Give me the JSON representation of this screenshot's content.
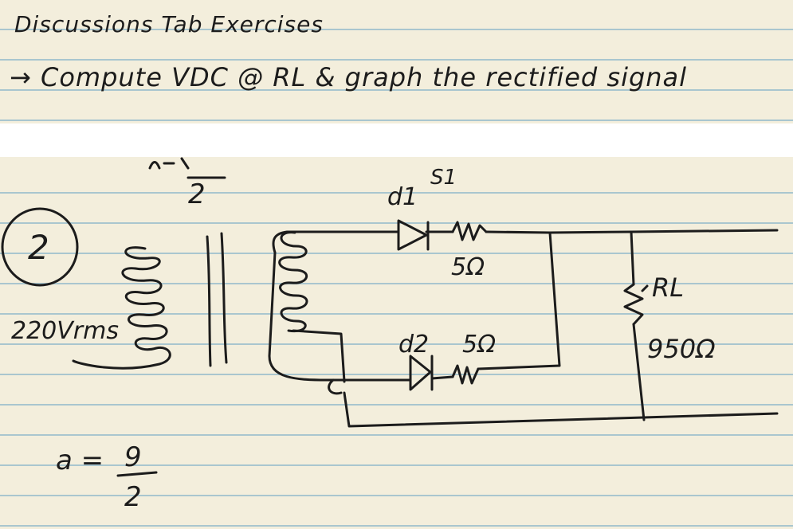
{
  "header": {
    "line1": "Discussions Tab Exercises",
    "line2": "→ Compute VDC @ RL & graph the rectified signal"
  },
  "circuit": {
    "problem_number": "2",
    "source_voltage": "220Vrms",
    "diode1_label": "d1",
    "switch_label": "S1",
    "resistor1_value": "5Ω",
    "diode2_label": "d2",
    "resistor2_value": "5Ω",
    "load_label": "RL",
    "load_value": "950Ω",
    "top_ratio": "2",
    "ratio_a": "a =",
    "ratio_num": "9",
    "ratio_den": "2"
  }
}
